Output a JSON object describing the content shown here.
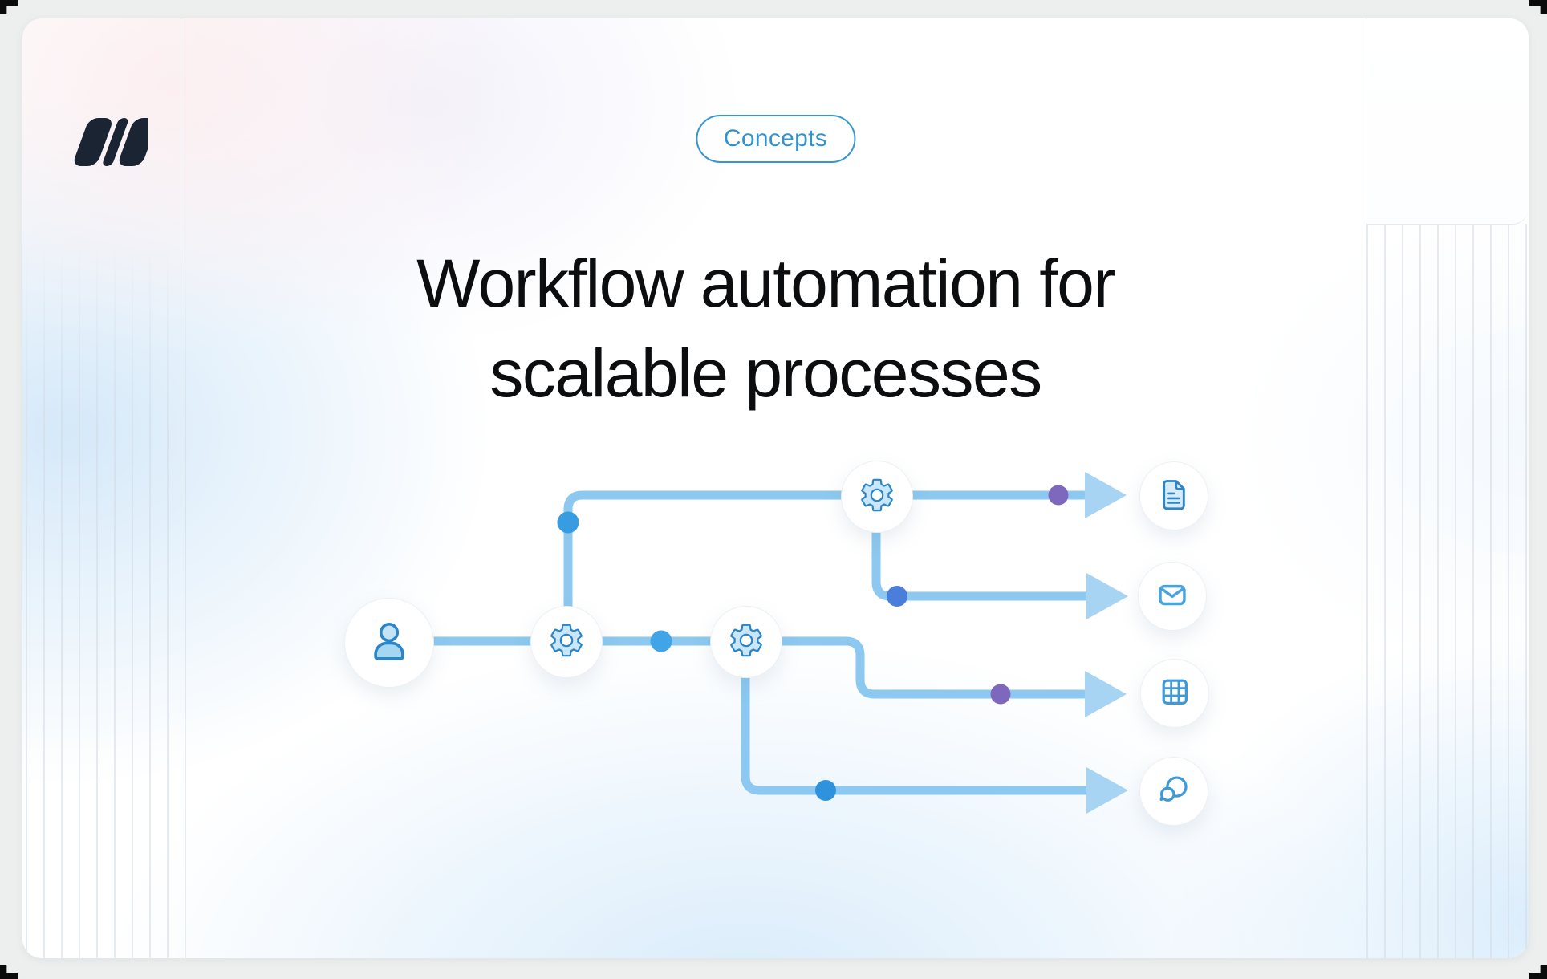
{
  "badge": {
    "label": "Concepts"
  },
  "heading": {
    "line1": "Workflow automation for",
    "line2": "scalable processes"
  },
  "logo": {
    "name": "brand-logo-mark",
    "color": "#1a2433"
  },
  "colors": {
    "accent_blue": "#3493cc",
    "connector_blue": "#8cc8ef",
    "arrow_blue": "#a6d4f2",
    "dot_sky": "#389de0",
    "dot_royal": "#4b7edb",
    "dot_purple": "#7e68be",
    "icon_stroke": "#2b85c6",
    "icon_fill": "#c9e7f8",
    "card_background": "#ffffff",
    "outer_background": "#edefee",
    "heading_text": "#0c0d0f"
  },
  "diagram": {
    "nodes": [
      {
        "id": "user",
        "icon": "user-icon",
        "role": "trigger"
      },
      {
        "id": "process-1",
        "icon": "gear-icon",
        "role": "automation-step"
      },
      {
        "id": "process-2",
        "icon": "gear-icon",
        "role": "automation-step"
      },
      {
        "id": "process-3",
        "icon": "gear-icon",
        "role": "automation-step"
      },
      {
        "id": "output-document",
        "icon": "document-icon",
        "role": "output"
      },
      {
        "id": "output-email",
        "icon": "envelope-icon",
        "role": "output"
      },
      {
        "id": "output-table",
        "icon": "table-icon",
        "role": "output"
      },
      {
        "id": "output-chat",
        "icon": "chat-icon",
        "role": "output"
      }
    ],
    "connectors": [
      {
        "from": "user",
        "to": "output-table",
        "via": [
          "process-1",
          "process-2"
        ]
      },
      {
        "from": "process-1",
        "to": "output-document",
        "via": [
          "process-3"
        ]
      },
      {
        "from": "process-3",
        "to": "output-email"
      },
      {
        "from": "process-2",
        "to": "output-chat"
      }
    ],
    "dots": [
      {
        "color": "sky",
        "on": "process-1 to process-3 branch"
      },
      {
        "color": "sky",
        "on": "process-1 to process-2 segment"
      },
      {
        "color": "purple",
        "on": "before document arrow"
      },
      {
        "color": "royal",
        "on": "process-3 to email elbow"
      },
      {
        "color": "purple",
        "on": "before table arrow"
      },
      {
        "color": "sky",
        "on": "before chat arrow"
      }
    ],
    "arrow_count": 4
  }
}
